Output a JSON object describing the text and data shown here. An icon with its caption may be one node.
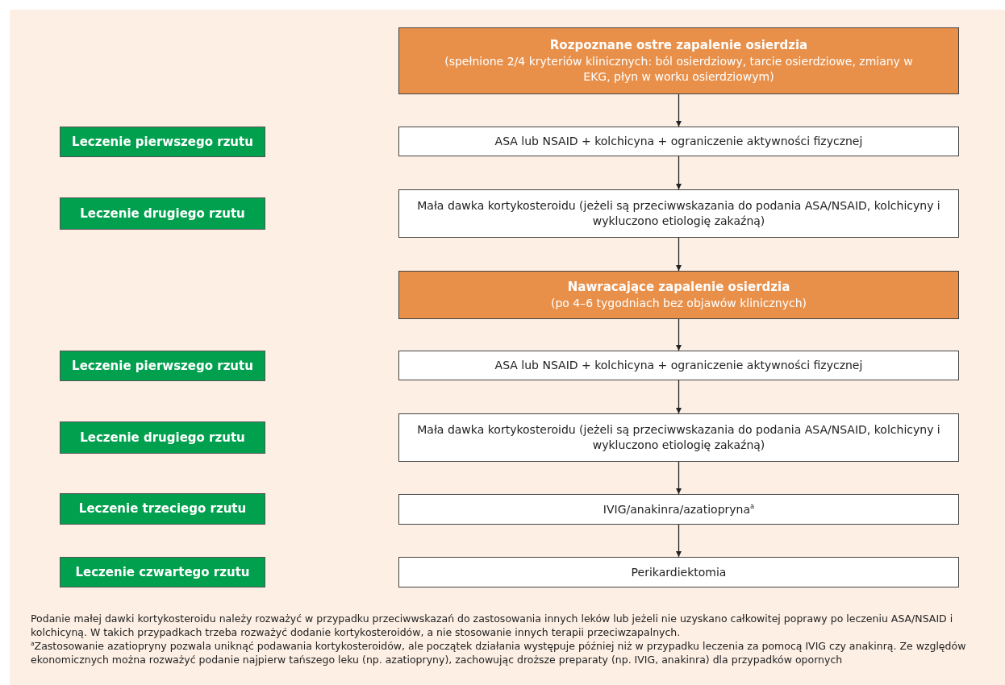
{
  "diagram": {
    "nodes": [
      {
        "text": [
          "Rozpoznane ostre zapalenie osierdzia",
          "(spełnione 2/4 kryteriów klinicznych: ból osierdziowy, tarcie osierdziowe, zmiany w EKG, płyn w worku osierdziowym)"
        ]
      },
      {
        "text": [
          "ASA lub NSAID + kolchicyna + ograniczenie aktywności fizycznej"
        ]
      },
      {
        "text": [
          "Mała dawka kortykosteroidu (jeżeli są przeciwwskazania do podania ASA/NSAID, kolchicyny i wykluczono etiologię zakaźną)"
        ]
      },
      {
        "text": [
          "Nawracające zapalenie osierdzia",
          "(po 4–6 tygodniach bez objawów klinicznych)"
        ]
      },
      {
        "text": [
          "ASA lub NSAID + kolchicyna + ograniczenie aktywności fizycznej"
        ]
      },
      {
        "text": [
          "Mała dawka kortykosteroidu (jeżeli są przeciwwskazania do podania ASA/NSAID, kolchicyny i wykluczono etiologię zakaźną)"
        ]
      },
      {
        "text": [
          "IVIG/anakinra/azatiopryna$^{a}$"
        ]
      },
      {
        "text": [
          "Perikardiektomia"
        ]
      },
      {
        "text": [
          "Leczenie pierwszego rzutu"
        ]
      },
      {
        "text": [
          "Leczenie drugiego rzutu"
        ]
      },
      {
        "text": [
          "Leczenie pierwszego rzutu"
        ]
      },
      {
        "text": [
          "Leczenie drugiego rzutu"
        ]
      },
      {
        "text": [
          "Leczenie trzeciego rzutu"
        ]
      },
      {
        "text": [
          "Leczenie czwartego rzutu"
        ]
      }
    ],
    "edges": [
      {
        "from": 0,
        "to": 1,
        "arrow": "to"
      },
      {
        "from": 1,
        "to": 2,
        "arrow": "to"
      },
      {
        "from": 2,
        "to": 3,
        "arrow": "to"
      },
      {
        "from": 3,
        "to": 4,
        "arrow": "to"
      },
      {
        "from": 4,
        "to": 5,
        "arrow": "to"
      },
      {
        "from": 5,
        "to": 6,
        "arrow": "to"
      },
      {
        "from": 6,
        "to": 7,
        "arrow": "to"
      }
    ],
    "labels": [
      "Podanie małej dawki kortykosteroidu należy rozważyć w przypadku przeciwwskazań do zastosowania innych leków lub jeżeli nie uzyskano całkowitej poprawy po leczeniu ASA/NSAID i kolchicyną. W takich przypadkach trzeba rozważyć dodanie kortykosteroidów, a nie stosowanie innych terapii przeciwzapalnych.",
      "$^{a}$Zastosowanie azatiopryny pozwala uniknąć podawania kortykosteroidów, ale początek działania występuje później niż w przypadku leczenia za pomocą IVIG czy anakinrą. Ze względów ekonomicznych można rozważyć podanie najpierw tańszego leku (np. azatiopryny), zachowując droższe preparaty (np. IVIG, anakinra) dla przypadków opornych"
    ]
  }
}
